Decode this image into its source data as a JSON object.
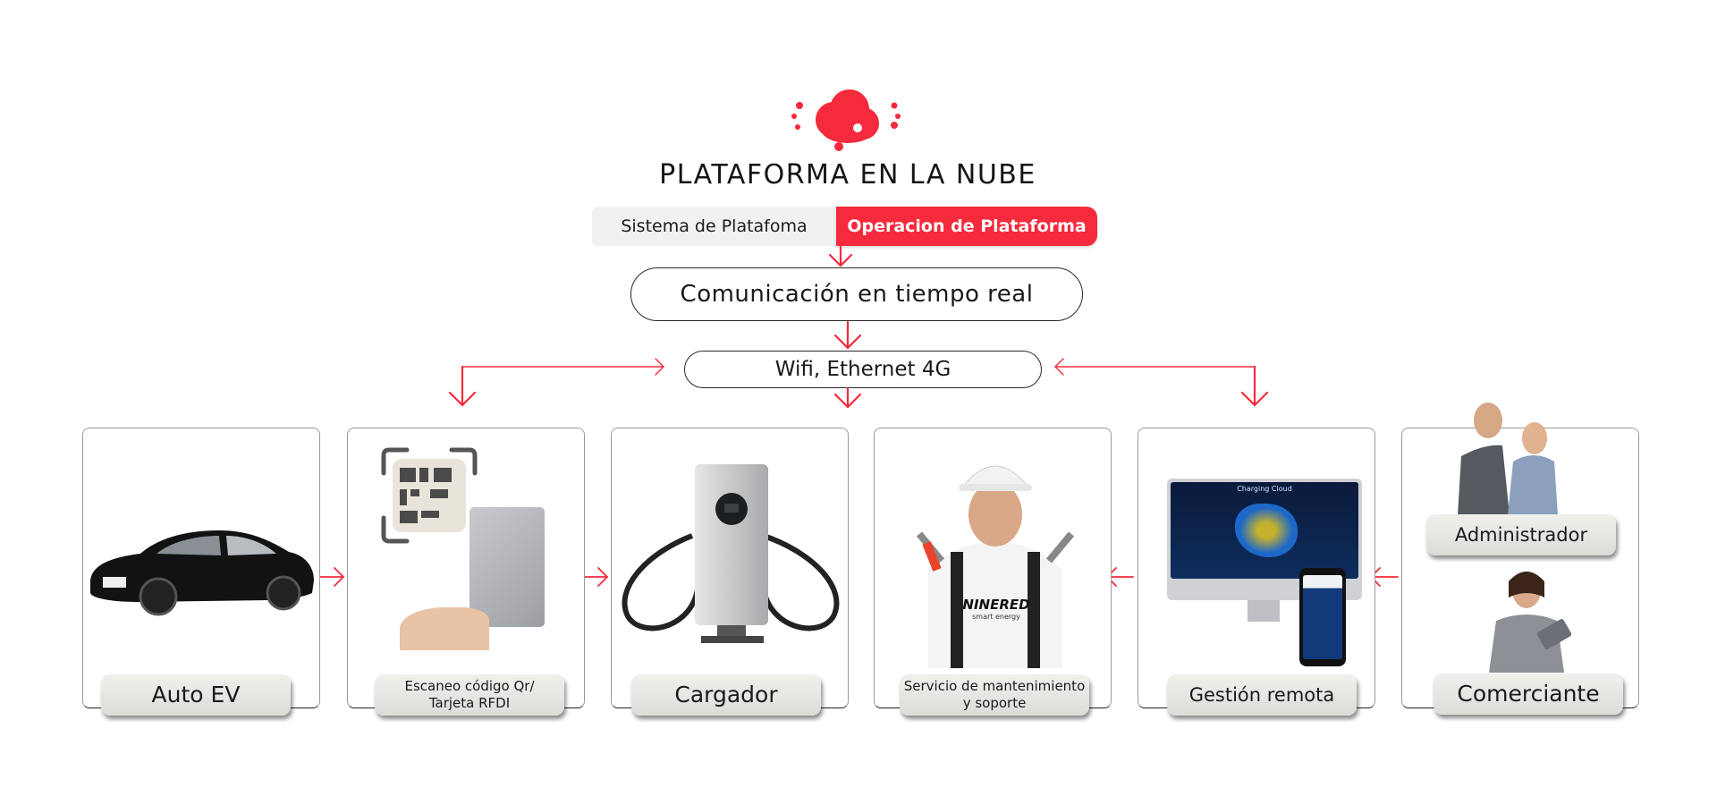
{
  "header": {
    "icon": "cloud-icon",
    "title": "PLATAFORMA EN LA NUBE"
  },
  "tabs": [
    {
      "label": "Sistema de Platafoma",
      "active": false
    },
    {
      "label": "Operacion de Plataforma",
      "active": true
    }
  ],
  "flow": {
    "communication": "Comunicación en tiempo real",
    "network": "Wifi, Ethernet  4G"
  },
  "cards": [
    {
      "label": "Auto EV",
      "image": "electric-car"
    },
    {
      "label_line1": "Escaneo código Qr/",
      "label_line2": "Tarjeta RFDI",
      "image": "qr-code-and-rfid-card"
    },
    {
      "label": "Cargador",
      "image": "ev-charger"
    },
    {
      "label_line1": "Servicio de mantenimiento",
      "label_line2": "y soporte",
      "image": "technician",
      "shirt_brand": "NINERED",
      "shirt_tagline": "smart energy"
    },
    {
      "label": "Gestión remota",
      "image": "monitor-and-phone",
      "screen_title": "Charging Cloud"
    },
    {
      "labels": [
        "Administrador",
        "Comerciante"
      ],
      "image": "people"
    }
  ],
  "colors": {
    "accent": "#f52a3c",
    "tab_inactive_bg": "#f1f1f2",
    "text": "#1a1a1a"
  }
}
